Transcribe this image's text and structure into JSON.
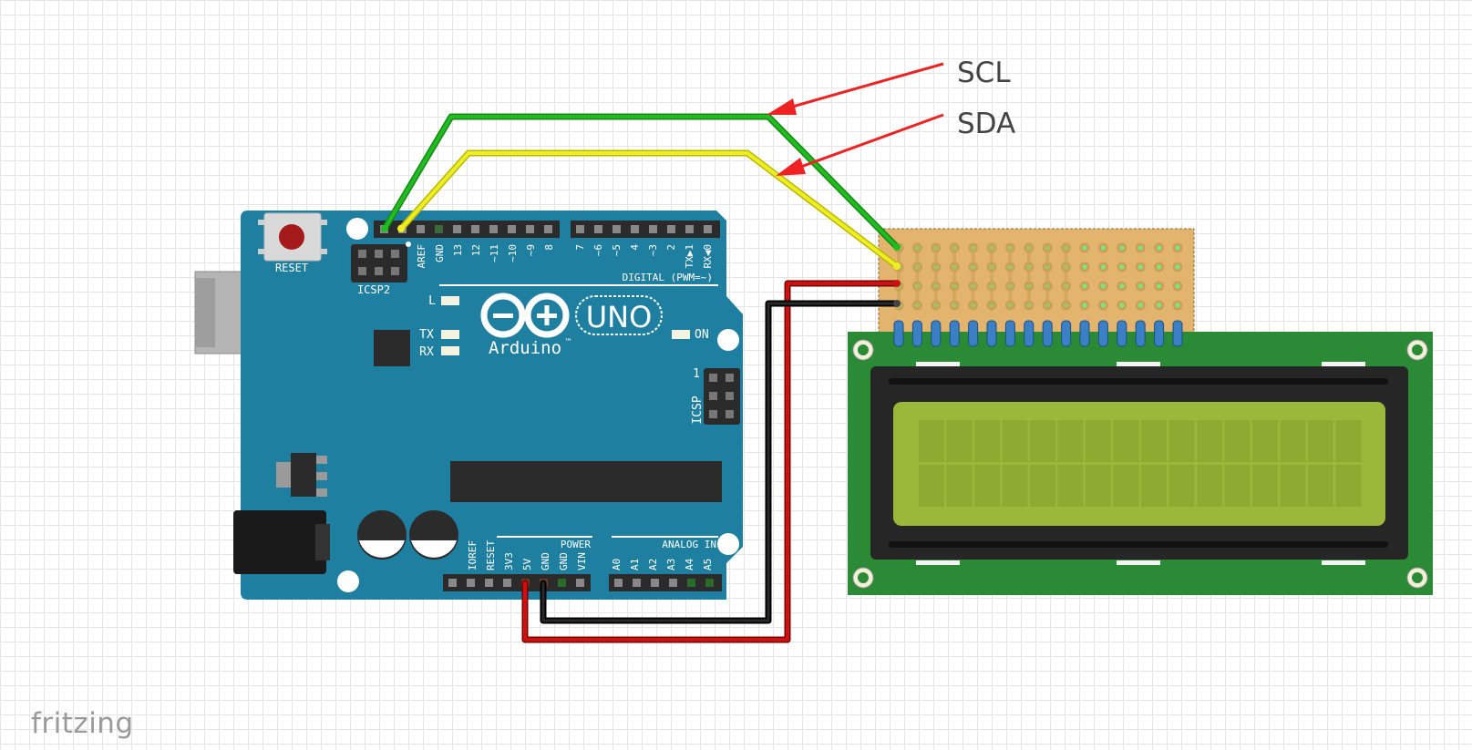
{
  "callouts": {
    "scl": "SCL",
    "sda": "SDA"
  },
  "arduino": {
    "reset_label": "RESET",
    "icsp2_label": "ICSP2",
    "icsp_label": "ICSP",
    "icsp_pin1": "1",
    "logo_text": "Arduino",
    "tm": "™",
    "uno_text": "UNO",
    "digital_label": "DIGITAL (PWM=~)",
    "power_label": "POWER",
    "analog_label": "ANALOG IN",
    "led_l": "L",
    "led_tx": "TX",
    "led_rx": "RX",
    "led_on": "ON",
    "top_pins_left": [
      "AREF",
      "GND",
      "13",
      "12",
      "~11",
      "~10",
      "~9",
      "8"
    ],
    "top_pins_right": [
      "7",
      "~6",
      "~5",
      "4",
      "~3",
      "2",
      "TX▶1",
      "RX◀0"
    ],
    "power_pins": [
      "IOREF",
      "RESET",
      "3V3",
      "5V",
      "GND",
      "GND",
      "VIN"
    ],
    "analog_pins": [
      "A0",
      "A1",
      "A2",
      "A3",
      "A4",
      "A5"
    ]
  },
  "brand": "fritzing",
  "colors": {
    "board": "#1f7fa1",
    "board_dark": "#136683",
    "wire_scl": "#22bb22",
    "wire_sda": "#eeee22",
    "wire_5v": "#cc1111",
    "wire_gnd": "#111111",
    "arrow": "#ee2222",
    "lcd_pcb": "#2a8a36",
    "lcd_screen": "#9ab83a",
    "i2c_board": "#e3b46e"
  }
}
